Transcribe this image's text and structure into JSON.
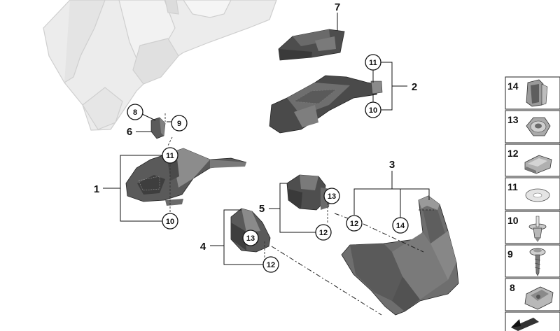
{
  "callouts": {
    "c11a": "11",
    "c10a": "10",
    "c8": "8",
    "c9": "9",
    "c11b": "11",
    "c10b": "10",
    "c13a": "13",
    "c12a": "12",
    "c13b": "13",
    "c12b": "12",
    "c12c": "12",
    "c14": "14"
  },
  "parts": {
    "p1": "1",
    "p2": "2",
    "p3": "3",
    "p4": "4",
    "p5": "5",
    "p6": "6",
    "p7": "7"
  },
  "legend": [
    {
      "number": "14",
      "icon": "clip-icon"
    },
    {
      "number": "13",
      "icon": "hex-nut-icon"
    },
    {
      "number": "12",
      "icon": "spring-clip-icon"
    },
    {
      "number": "11",
      "icon": "washer-icon"
    },
    {
      "number": "10",
      "icon": "expanding-rivet-icon"
    },
    {
      "number": "9",
      "icon": "screw-icon"
    },
    {
      "number": "8",
      "icon": "clip-nut-icon"
    },
    {
      "number": "",
      "icon": "arrow-icon"
    }
  ],
  "colors": {
    "part_dark": "#5a5a5a",
    "part_mid": "#8a8a8a",
    "part_light": "#b5b5b5",
    "dashboard_ghost": "#d9d9d9"
  }
}
